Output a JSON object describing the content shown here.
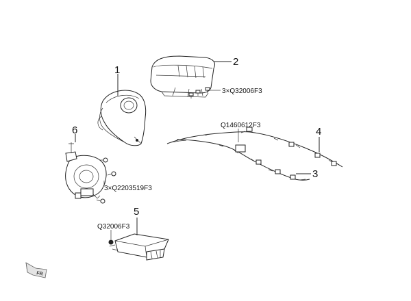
{
  "parts": [
    {
      "callout": "1",
      "name": "driver airbag"
    },
    {
      "callout": "2",
      "name": "passenger airbag"
    },
    {
      "callout": "3",
      "name": "curtain airbag"
    },
    {
      "callout": "4",
      "name": "curtain airbag"
    },
    {
      "callout": "5",
      "name": "airbag control module"
    },
    {
      "callout": "6",
      "name": "clock spring"
    }
  ],
  "fasteners": {
    "passenger_bolts": "3×Q32006F3",
    "curtain_bolt": "Q1460612F3",
    "clockspring_screws": "3×Q2203519F3",
    "module_nut": "Q32006F3"
  },
  "direction_indicator": {
    "label": "FR",
    "icon": "front-arrow-icon"
  }
}
